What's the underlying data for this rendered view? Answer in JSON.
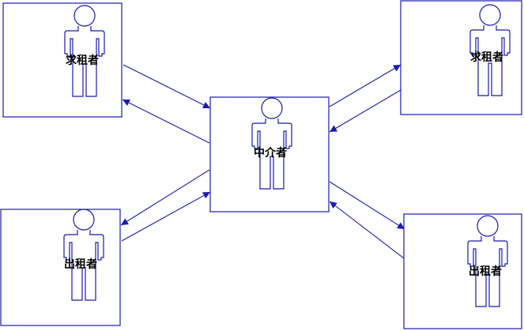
{
  "colors": {
    "stroke": "#1a1ab0",
    "text": "#000000",
    "background": "#ffffff"
  },
  "nodes": {
    "seeker_1": {
      "label": "求租者",
      "icon": "person-icon"
    },
    "seeker_2": {
      "label": "求租者",
      "icon": "person-icon"
    },
    "agent": {
      "label": "中介者",
      "icon": "person-icon"
    },
    "lessor_1": {
      "label": "出租者",
      "icon": "person-icon"
    },
    "lessor_2": {
      "label": "出租者",
      "icon": "person-icon"
    }
  },
  "edges": [
    {
      "from": "seeker_1",
      "to": "agent"
    },
    {
      "from": "agent",
      "to": "seeker_1"
    },
    {
      "from": "agent",
      "to": "seeker_2"
    },
    {
      "from": "seeker_2",
      "to": "agent"
    },
    {
      "from": "lessor_1",
      "to": "agent"
    },
    {
      "from": "agent",
      "to": "lessor_1"
    },
    {
      "from": "agent",
      "to": "lessor_2"
    },
    {
      "from": "lessor_2",
      "to": "agent"
    }
  ]
}
